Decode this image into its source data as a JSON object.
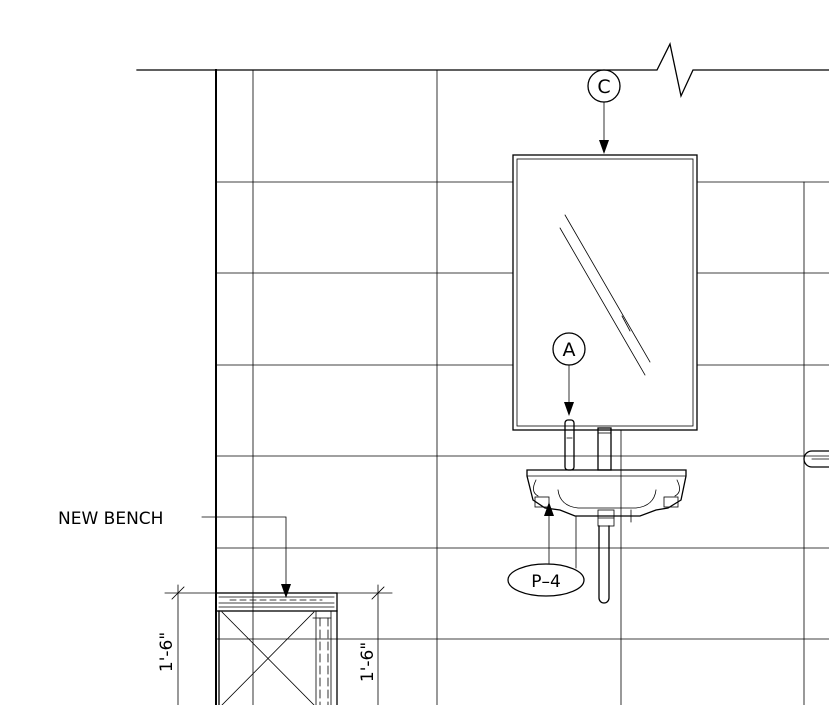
{
  "title": "",
  "labels": {
    "callout_c": "C",
    "callout_a": "A",
    "callout_p4": "P–4",
    "new_bench": "NEW BENCH",
    "dim_left": "1'-6\"",
    "dim_right": "1'-6\""
  },
  "colors": {
    "line": "#000000",
    "background": "#ffffff"
  },
  "icons": {
    "break_line": "break-line-icon",
    "arrowhead": "arrowhead-icon",
    "grab_bar": "grab-bar-icon"
  }
}
